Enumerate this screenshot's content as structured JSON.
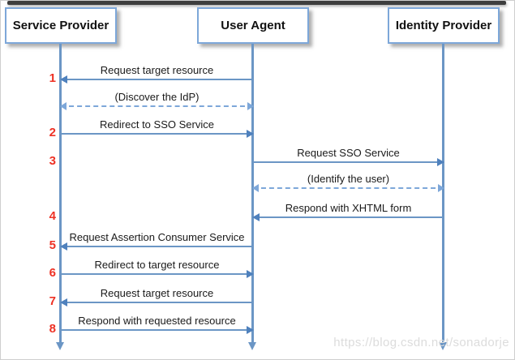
{
  "diagram": {
    "type": "sequence-diagram",
    "actors": [
      {
        "name": "Service Provider"
      },
      {
        "name": "User Agent"
      },
      {
        "name": "Identity Provider"
      }
    ],
    "messages": [
      {
        "step": "1",
        "label": "Request target resource",
        "from": "User Agent",
        "to": "Service Provider",
        "style": "solid"
      },
      {
        "label": "(Discover the IdP)",
        "from": "Service Provider",
        "to": "User Agent",
        "style": "dashed-bidirectional"
      },
      {
        "step": "2",
        "label": "Redirect to SSO Service",
        "from": "Service Provider",
        "to": "User Agent",
        "style": "solid"
      },
      {
        "step": "3",
        "label": "Request SSO Service",
        "from": "User Agent",
        "to": "Identity Provider",
        "style": "solid"
      },
      {
        "label": "(Identify the user)",
        "from": "User Agent",
        "to": "Identity Provider",
        "style": "dashed-bidirectional"
      },
      {
        "step": "4",
        "label": "Respond with XHTML form",
        "from": "Identity Provider",
        "to": "User Agent",
        "style": "solid"
      },
      {
        "step": "5",
        "label": "Request Assertion Consumer Service",
        "from": "User Agent",
        "to": "Service Provider",
        "style": "solid"
      },
      {
        "step": "6",
        "label": "Redirect to target resource",
        "from": "Service Provider",
        "to": "User Agent",
        "style": "solid"
      },
      {
        "step": "7",
        "label": "Request target resource",
        "from": "User Agent",
        "to": "Service Provider",
        "style": "solid"
      },
      {
        "step": "8",
        "label": "Respond with requested resource",
        "from": "Service Provider",
        "to": "User Agent",
        "style": "solid"
      }
    ],
    "watermark": "https://blog.csdn.net/sonadorje",
    "colors": {
      "arrow_line": "#6b96c5",
      "arrow_head": "#4f81bd",
      "dashed_arrow": "#7da7d9",
      "actor_border": "#7da7d9",
      "step_number": "#ee3124",
      "watermark_text": "#dcdcdc",
      "top_bar": "#3e3e3e"
    }
  }
}
